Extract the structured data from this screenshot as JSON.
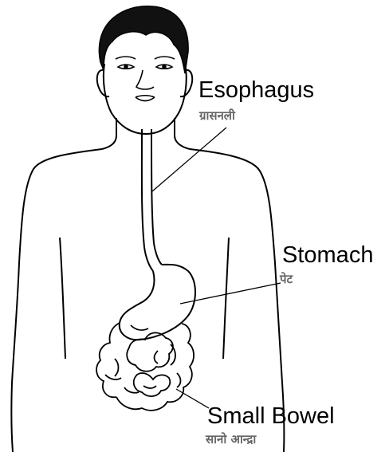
{
  "labels": {
    "esophagus": {
      "english": "Esophagus",
      "nepali": "ग्रासनली"
    },
    "stomach": {
      "english": "Stomach",
      "nepali": "पेट"
    },
    "small_bowel": {
      "english": "Small Bowel",
      "nepali": "सानो आन्द्रा"
    }
  },
  "colors": {
    "outline": "#000000",
    "hair": "#111111",
    "nepali_text": "#666666",
    "background": "#ffffff"
  }
}
